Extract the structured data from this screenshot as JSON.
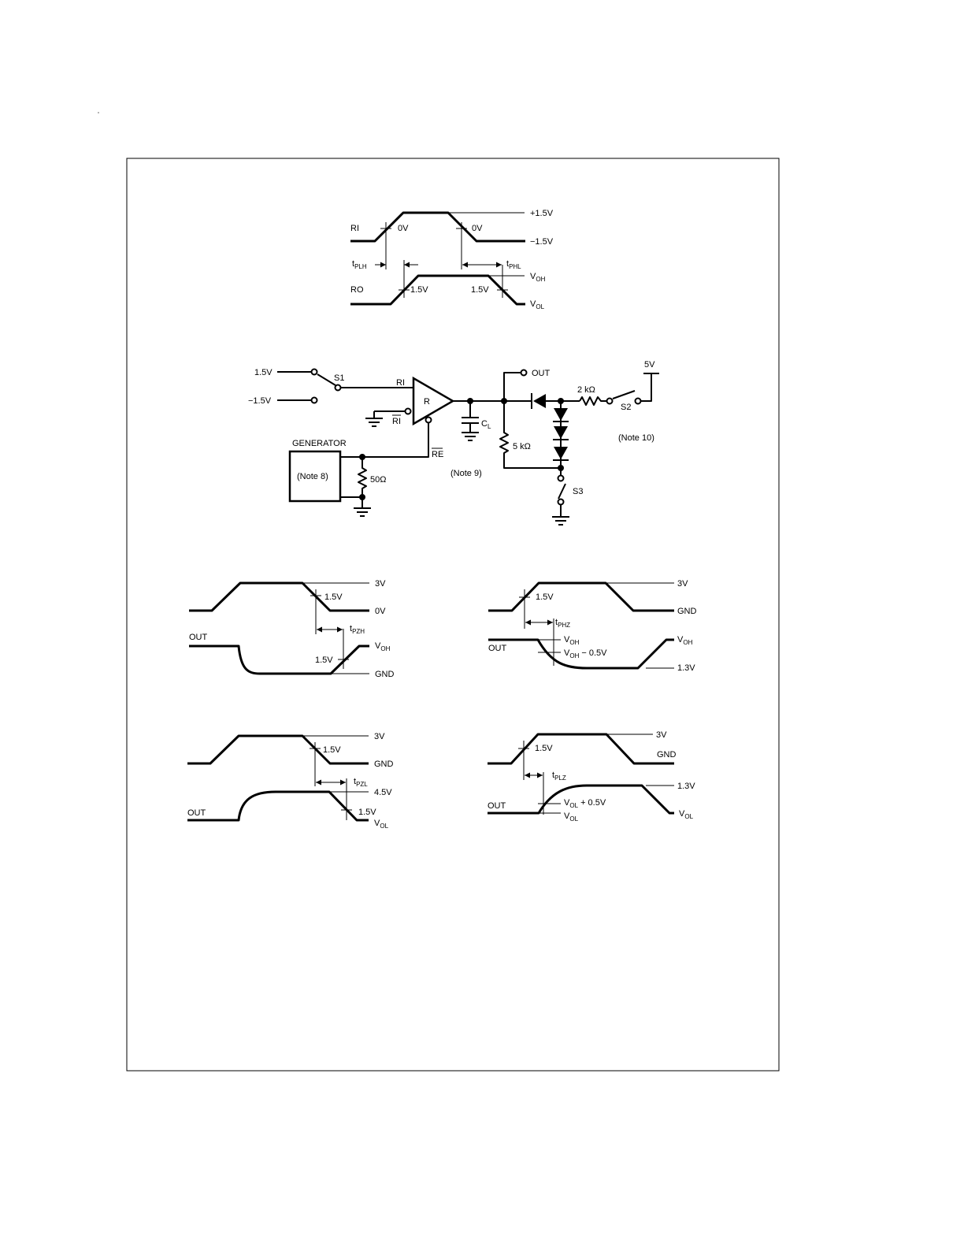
{
  "timing_top": {
    "ri_label": "RI",
    "ro_label": "RO",
    "zero_left": "0V",
    "zero_right": "0V",
    "plus": "+1.5V",
    "minus": "−1.5V",
    "t_plh_t": "t",
    "t_plh_sub": "PLH",
    "t_phl_t": "t",
    "t_phl_sub": "PHL",
    "voh_v": "V",
    "voh_sub": "OH",
    "vol_v": "V",
    "vol_sub": "OL",
    "ro_left": "1.5V",
    "ro_right": "1.5V"
  },
  "circuit": {
    "in_plus": "1.5V",
    "in_minus": "−1.5V",
    "s1": "S1",
    "ri": "RI",
    "ri_bar": "RI",
    "r": "R",
    "re_bar": "RE",
    "generator": "GENERATOR",
    "note8": "(Note 8)",
    "r50": "50Ω",
    "note9": "(Note 9)",
    "cl_c": "C",
    "cl_sub": "L",
    "out": "OUT",
    "r5k": "5 kΩ",
    "r2k": "2 kΩ",
    "v5": "5V",
    "s2": "S2",
    "s3": "S3",
    "note10": "(Note 10)"
  },
  "pzh": {
    "v3": "3V",
    "v15": "1.5V",
    "v0": "0V",
    "out": "OUT",
    "t": "t",
    "t_sub": "PZH",
    "voh_v": "V",
    "voh_sub": "OH",
    "o15": "1.5V",
    "gnd": "GND"
  },
  "phz": {
    "v3": "3V",
    "v15": "1.5V",
    "gnd": "GND",
    "out": "OUT",
    "t": "t",
    "t_sub": "PHZ",
    "voh_v": "V",
    "voh_sub": "OH",
    "voh2_v": "V",
    "voh2_sub": "OH",
    "voh2_rest": " − 0.5V",
    "voh3_v": "V",
    "voh3_sub": "OH",
    "v13": "1.3V"
  },
  "pzl": {
    "v3": "3V",
    "v15": "1.5V",
    "gnd": "GND",
    "out": "OUT",
    "t": "t",
    "t_sub": "PZL",
    "v45": "4.5V",
    "o15": "1.5V",
    "vol_v": "V",
    "vol_sub": "OL"
  },
  "plz": {
    "v3": "3V",
    "v15": "1.5V",
    "gnd": "GND",
    "out": "OUT",
    "t": "t",
    "t_sub": "PLZ",
    "v13": "1.3V",
    "vol_v": "V",
    "vol_sub": "OL",
    "vol2_v": "V",
    "vol2_sub": "OL",
    "vol2_rest": " + 0.5V",
    "vol3_v": "V",
    "vol3_sub": "OL"
  }
}
